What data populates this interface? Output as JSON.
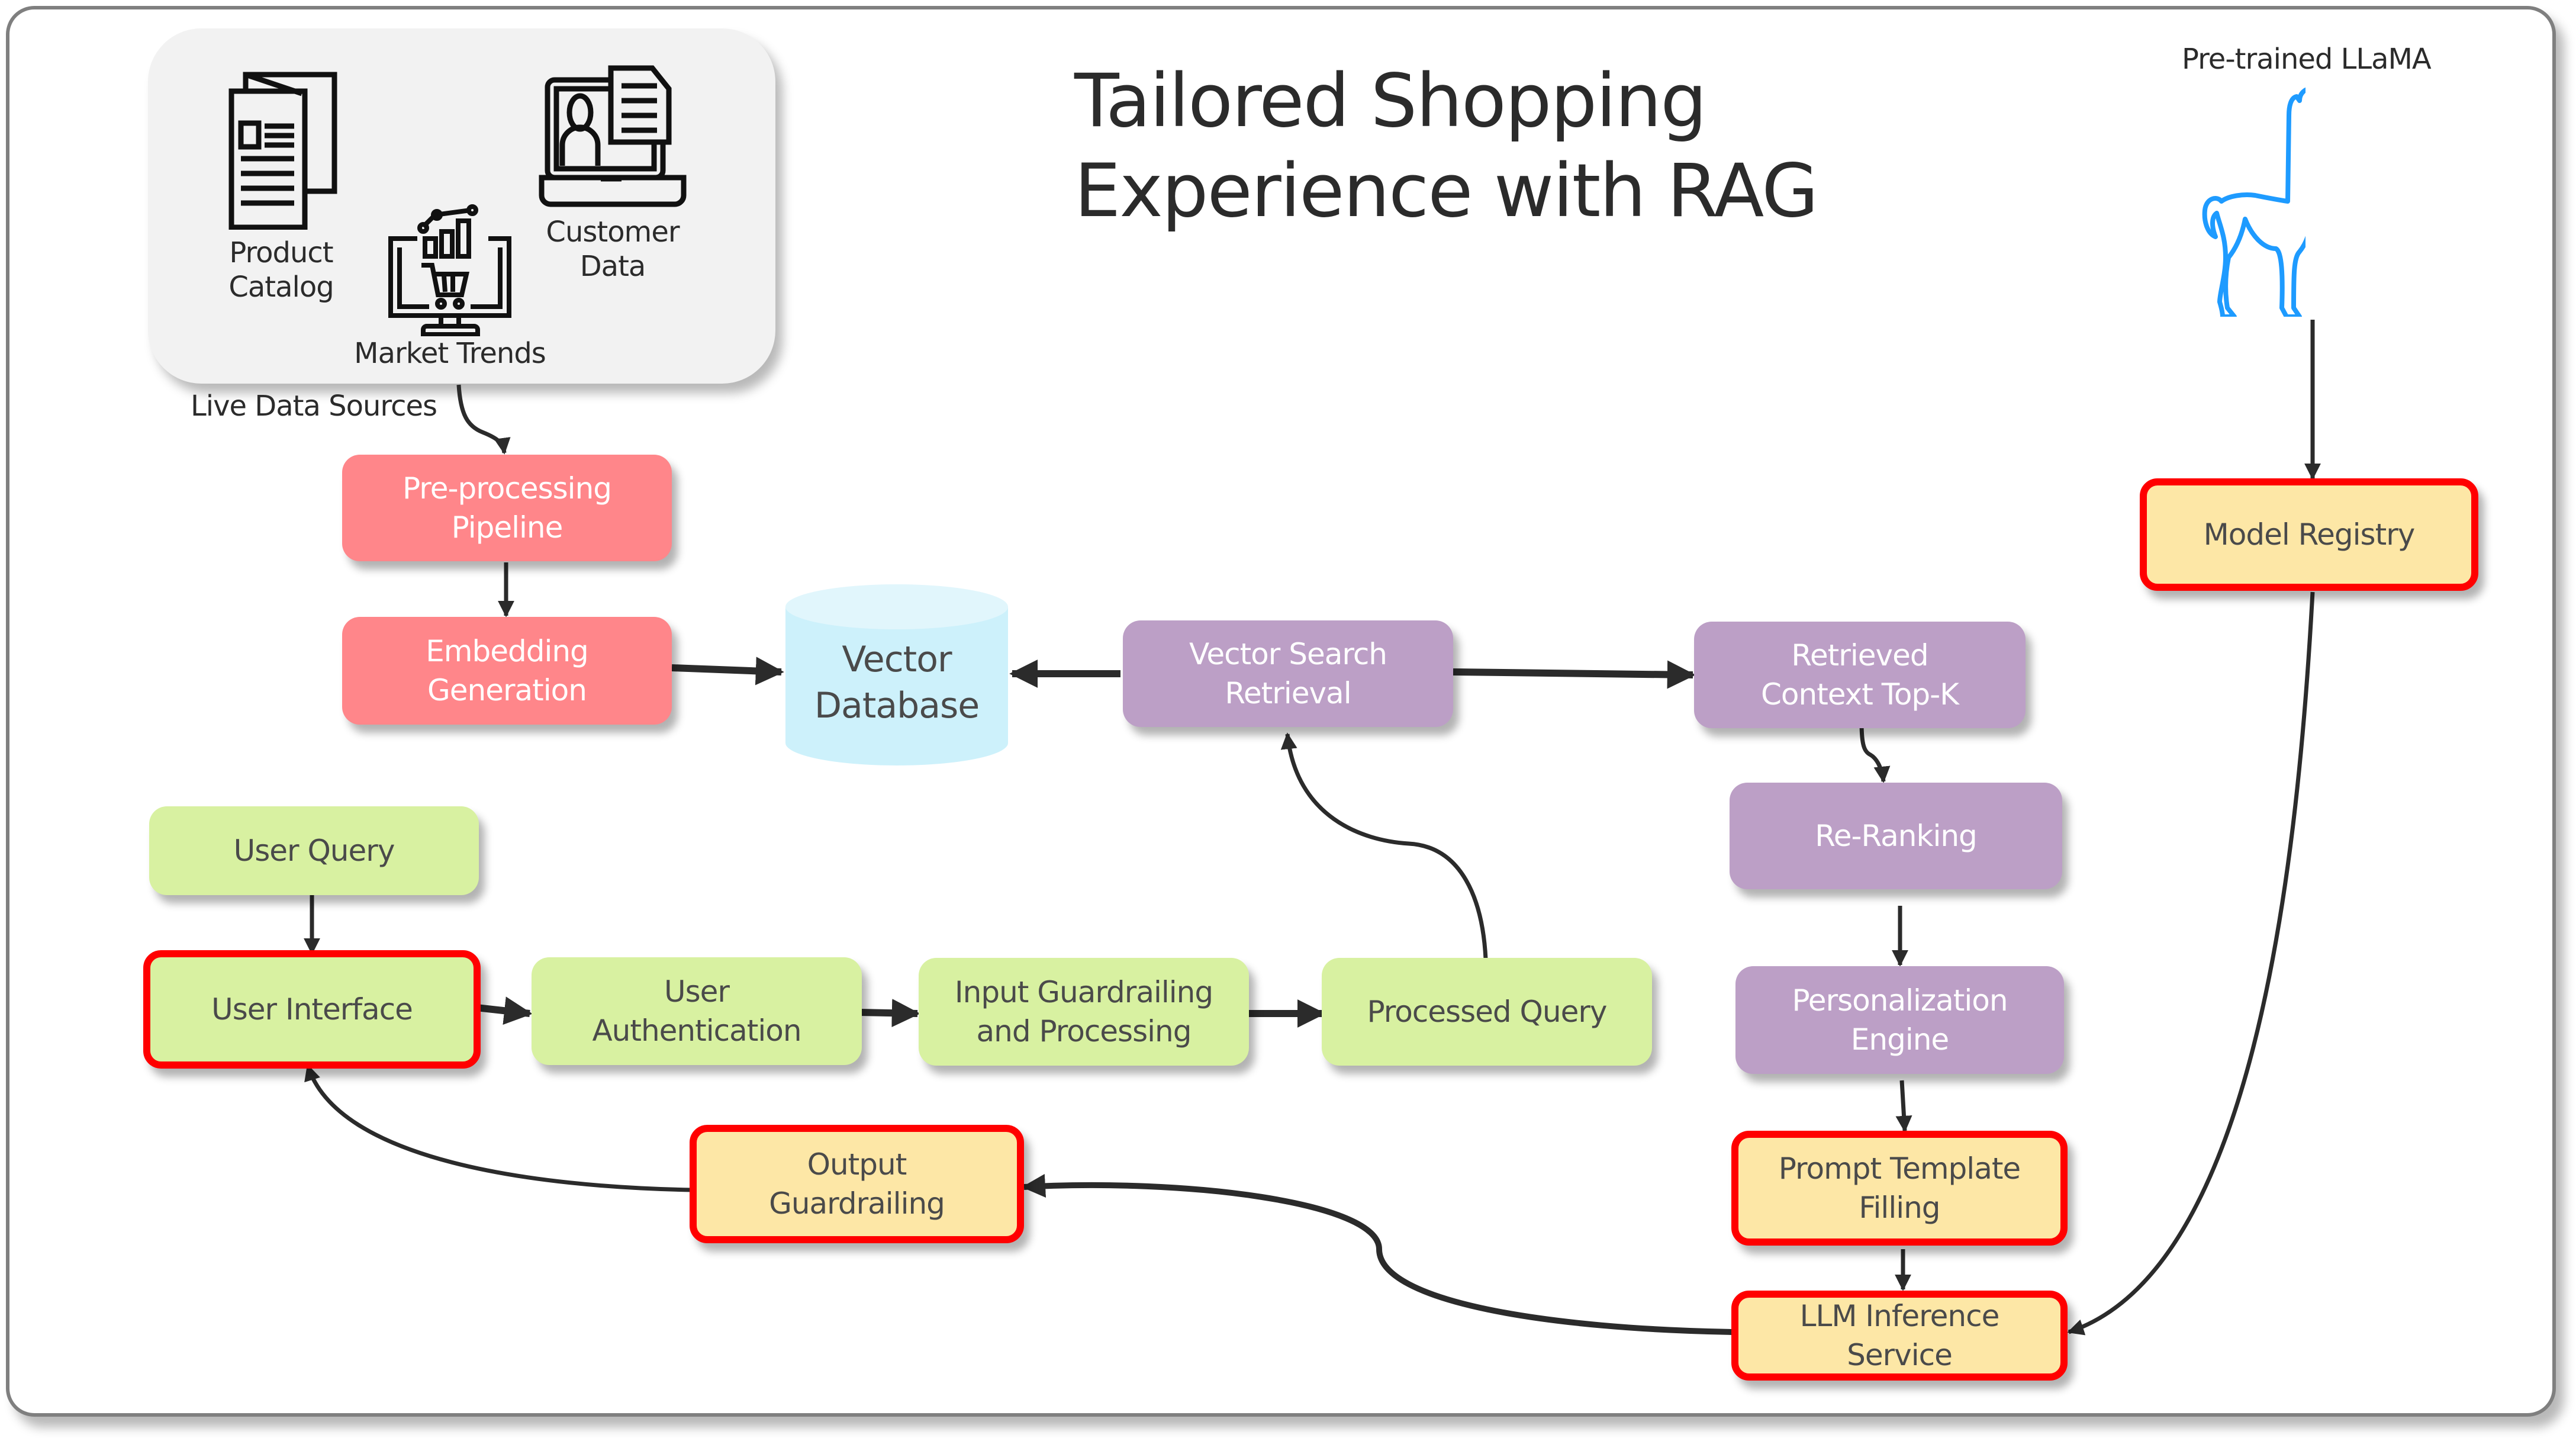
{
  "title": "Tailored Shopping\nExperience with RAG",
  "live_data_sources": {
    "caption": "Live Data Sources",
    "items": [
      {
        "label": "Product\nCatalog",
        "icon": "brochure-icon"
      },
      {
        "label": "Customer\nData",
        "icon": "laptop-user-document-icon"
      },
      {
        "label": "Market Trends",
        "icon": "monitor-chart-cart-icon"
      }
    ]
  },
  "pretrained_model": {
    "label": "Pre-trained LLaMA",
    "icon": "llama-icon",
    "icon_color": "#1e9bff"
  },
  "nodes": {
    "preprocessing": "Pre-processing\nPipeline",
    "embedding": "Embedding\nGeneration",
    "vector_db": "Vector\nDatabase",
    "vector_search": "Vector Search\nRetrieval",
    "retrieved_context": "Retrieved\nContext Top-K",
    "reranking": "Re-Ranking",
    "personalization": "Personalization\nEngine",
    "prompt_template": "Prompt Template\nFilling",
    "llm_inference": "LLM Inference\nService",
    "model_registry": "Model Registry",
    "user_query": "User Query",
    "user_interface": "User Interface",
    "user_auth": "User\nAuthentication",
    "input_guardrailing": "Input Guardrailing\nand Processing",
    "processed_query": "Processed Query",
    "output_guardrailing": "Output\nGuardrailing"
  },
  "colors": {
    "ingestion": "#ff868a",
    "retrieval": "#bc9fc6",
    "user_flow": "#d8f1a1",
    "critical_fill": "#fde7a6",
    "critical_border": "#ff0000",
    "database": "#cdf1fb",
    "arrow": "#2b2b2b"
  }
}
